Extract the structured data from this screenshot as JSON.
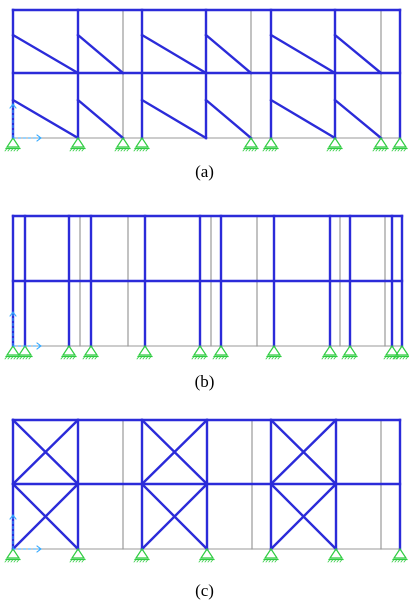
{
  "captions": [
    "(a)",
    "(b)",
    "(c)"
  ],
  "colors": {
    "member": "#2b2bd9",
    "gridline": "#9a9a9a",
    "support": "#2ecc40",
    "axis": "#33a8ff",
    "caption": "#000000"
  },
  "icons": {
    "support": "pin-support-icon",
    "axes": "global-axes-icon"
  },
  "diagrams": [
    {
      "id": "a",
      "system": "eccentric-braced-frame",
      "stories": 2
    },
    {
      "id": "b",
      "system": "moment-resisting-frame",
      "stories": 2
    },
    {
      "id": "c",
      "system": "x-braced-frame",
      "stories": 2
    }
  ]
}
